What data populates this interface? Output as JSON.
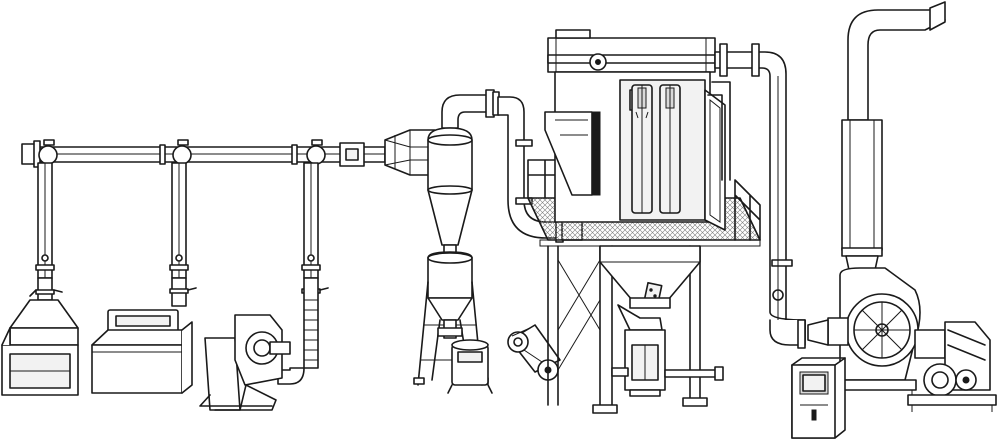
{
  "diagram": {
    "kind": "industrial dust collection system line drawing",
    "colors": {
      "line": "#1a1a1a",
      "fill": "#ffffff",
      "shade": "#d9d9d9",
      "mesh": "#808080"
    },
    "components": [
      "main-duct",
      "drop-pipe-1",
      "drop-pipe-2",
      "drop-pipe-3",
      "hood-machine",
      "box-machine",
      "grinder-machine",
      "inlet-transition",
      "cyclone-separator",
      "cyclone-collection-bin",
      "rotary-valve-motor",
      "connecting-pipe",
      "baghouse-filter",
      "filter-bags",
      "platform-walkway",
      "hopper",
      "screw-discharge",
      "exhaust-duct",
      "centrifugal-fan",
      "fan-motor",
      "control-cabinet",
      "exhaust-stack"
    ]
  }
}
